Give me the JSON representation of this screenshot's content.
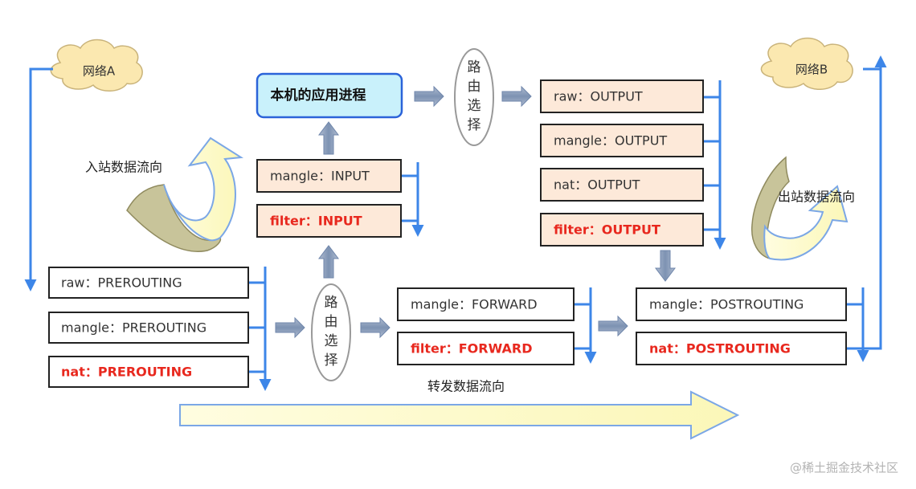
{
  "colors": {
    "flow_blue": "#3d86e8",
    "box_border": "#222222",
    "filled_box": "#fde9d9",
    "red_text": "#e8281e",
    "app_box_fill": "#c9f1fb",
    "app_box_border": "#2b63d9",
    "cloud_fill": "#fbe8b0",
    "arrow_cream": "#fdfbc9",
    "arrow_olive": "#c8c49a"
  },
  "clouds": {
    "network_a": "网络A",
    "network_b": "网络B"
  },
  "app_process": "本机的应用进程",
  "routing": {
    "top": [
      "路",
      "由",
      "选",
      "择"
    ],
    "middle": [
      "路",
      "由",
      "选",
      "择"
    ]
  },
  "prerouting": {
    "raw": "raw：PREROUTING",
    "mangle": "mangle：PREROUTING",
    "nat": "nat：PREROUTING"
  },
  "input": {
    "mangle": "mangle：INPUT",
    "filter": "filter：INPUT"
  },
  "forward": {
    "mangle": "mangle：FORWARD",
    "filter": "filter：FORWARD"
  },
  "output": {
    "raw": "raw：OUTPUT",
    "mangle": "mangle：OUTPUT",
    "nat": "nat：OUTPUT",
    "filter": "filter：OUTPUT"
  },
  "postrouting": {
    "mangle": "mangle：POSTROUTING",
    "nat": "nat：POSTROUTING"
  },
  "flows": {
    "inbound": "入站数据流向",
    "outbound": "出站数据流向",
    "forward": "转发数据流向"
  },
  "watermark": "@稀土掘金技术社区"
}
